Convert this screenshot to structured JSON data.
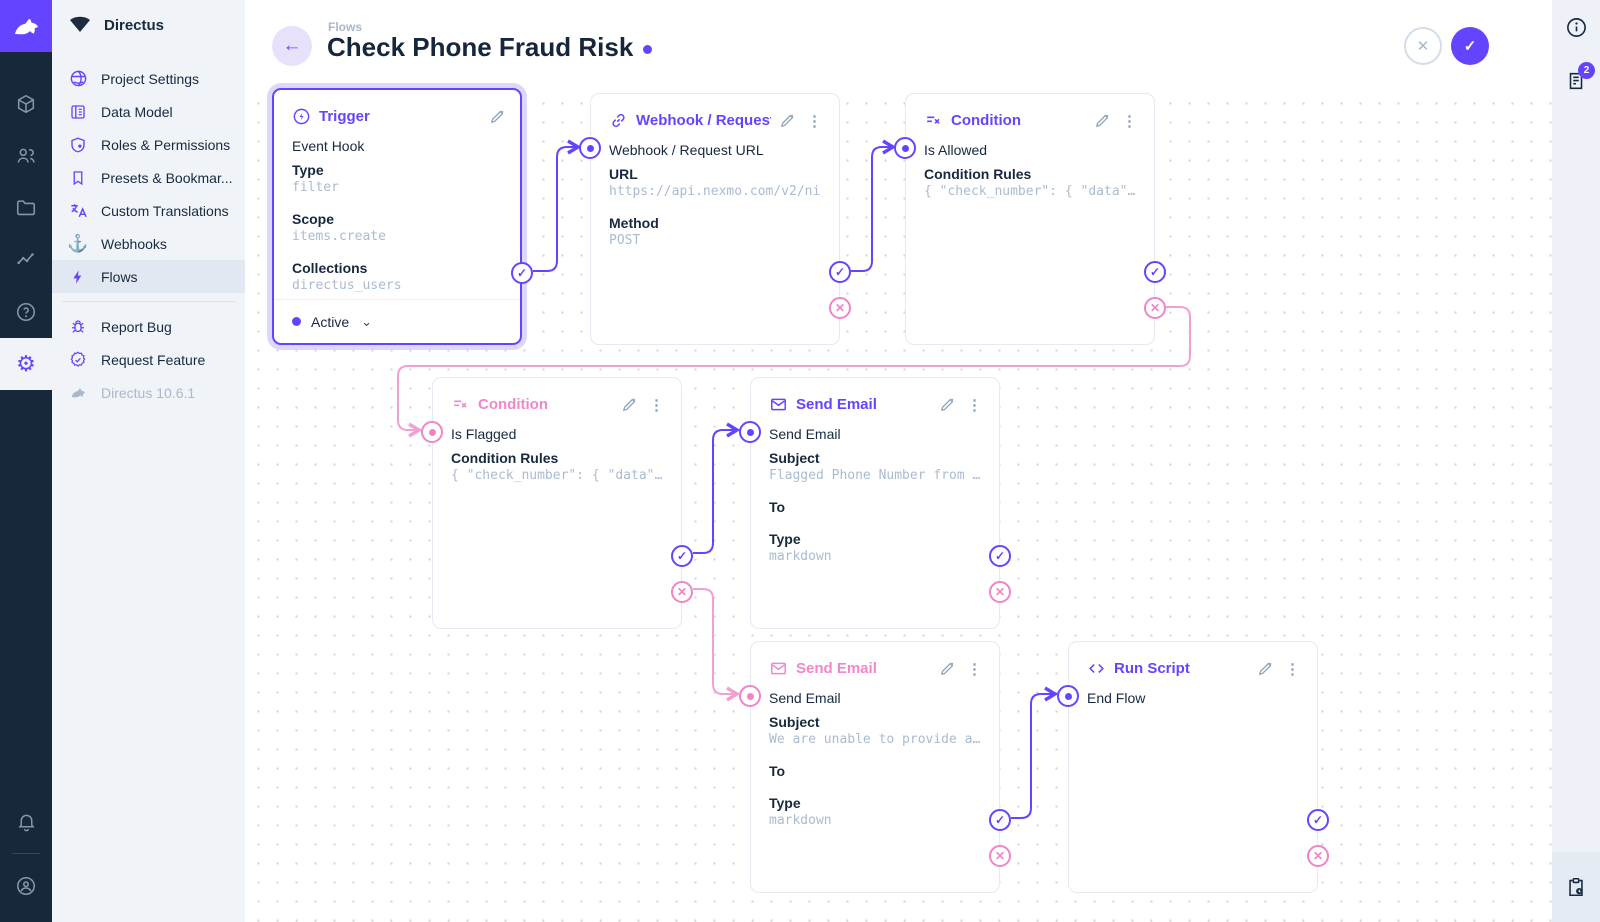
{
  "app": {
    "project_name": "Directus",
    "version_label": "Directus 10.6.1"
  },
  "colors": {
    "accent": "#6644ff",
    "pink": "#ee85c6",
    "pink_line": "#f2a0d4",
    "module_bar": "#18283b",
    "nav_bg": "#f0f4f9"
  },
  "module_bar": {
    "items": [
      {
        "icon": "box-icon"
      },
      {
        "icon": "users-icon"
      },
      {
        "icon": "folder-icon"
      },
      {
        "icon": "insights-icon"
      },
      {
        "icon": "help-icon"
      },
      {
        "icon": "settings-gear-icon",
        "active": true
      }
    ],
    "bottom": [
      {
        "icon": "bell-icon"
      },
      {
        "icon": "avatar-icon"
      }
    ]
  },
  "nav": {
    "header": "Directus",
    "items": [
      {
        "label": "Project Settings",
        "icon": "globe-icon"
      },
      {
        "label": "Data Model",
        "icon": "data-model-icon"
      },
      {
        "label": "Roles & Permissions",
        "icon": "shield-icon"
      },
      {
        "label": "Presets & Bookmar...",
        "icon": "bookmark-icon"
      },
      {
        "label": "Custom Translations",
        "icon": "translate-icon"
      },
      {
        "label": "Webhooks",
        "icon": "anchor-icon"
      },
      {
        "label": "Flows",
        "icon": "bolt-icon",
        "active": true
      }
    ],
    "secondary": [
      {
        "label": "Report Bug",
        "icon": "bug-icon"
      },
      {
        "label": "Request Feature",
        "icon": "seal-check-icon"
      }
    ],
    "version": "Directus 10.6.1"
  },
  "header": {
    "breadcrumb": "Flows",
    "title": "Check Phone Fraud Risk",
    "back_icon": "arrow-left-icon",
    "cancel_icon": "close-icon",
    "confirm_icon": "check-icon"
  },
  "sidebar_right": {
    "icons": [
      "info-icon",
      "logs-icon",
      "activity-clipboard-icon"
    ],
    "badge_count": "2"
  },
  "canvas": {
    "cards": [
      {
        "id": "trigger",
        "accent": "purple",
        "icon": "bolt-circle-icon",
        "title": "Trigger",
        "name": "Event Hook",
        "fields": [
          {
            "label": "Type",
            "value": "filter"
          },
          {
            "label": "Scope",
            "value": "items.create"
          },
          {
            "label": "Collections",
            "value": "directus_users"
          }
        ],
        "footer": {
          "status": "Active"
        }
      },
      {
        "id": "webhook",
        "accent": "purple",
        "icon": "link-icon",
        "title": "Webhook / Request URL",
        "name": "Webhook / Request URL",
        "fields": [
          {
            "label": "URL",
            "value": "https://api.nexmo.com/v2/ni"
          },
          {
            "label": "Method",
            "value": "POST"
          }
        ]
      },
      {
        "id": "condition-allowed",
        "accent": "purple",
        "icon": "condition-icon",
        "title": "Condition",
        "name": "Is Allowed",
        "fields": [
          {
            "label": "Condition Rules",
            "value": "{ \"check_number\": { \"data\"…"
          }
        ]
      },
      {
        "id": "condition-flagged",
        "accent": "pink",
        "icon": "condition-icon",
        "title": "Condition",
        "name": "Is Flagged",
        "fields": [
          {
            "label": "Condition Rules",
            "value": "{ \"check_number\": { \"data\"…"
          }
        ]
      },
      {
        "id": "send-email-flagged",
        "accent": "purple",
        "icon": "email-icon",
        "title": "Send Email",
        "name": "Send Email",
        "fields": [
          {
            "label": "Subject",
            "value": "Flagged Phone Number from …"
          },
          {
            "label": "To",
            "value": ""
          },
          {
            "label": "Type",
            "value": "markdown"
          }
        ]
      },
      {
        "id": "send-email-unable",
        "accent": "pink",
        "icon": "email-icon",
        "title": "Send Email",
        "name": "Send Email",
        "fields": [
          {
            "label": "Subject",
            "value": "We are unable to provide a…"
          },
          {
            "label": "To",
            "value": ""
          },
          {
            "label": "Type",
            "value": "markdown"
          }
        ]
      },
      {
        "id": "run-script",
        "accent": "purple",
        "icon": "code-icon",
        "title": "Run Script",
        "name": "End Flow",
        "fields": []
      }
    ]
  }
}
